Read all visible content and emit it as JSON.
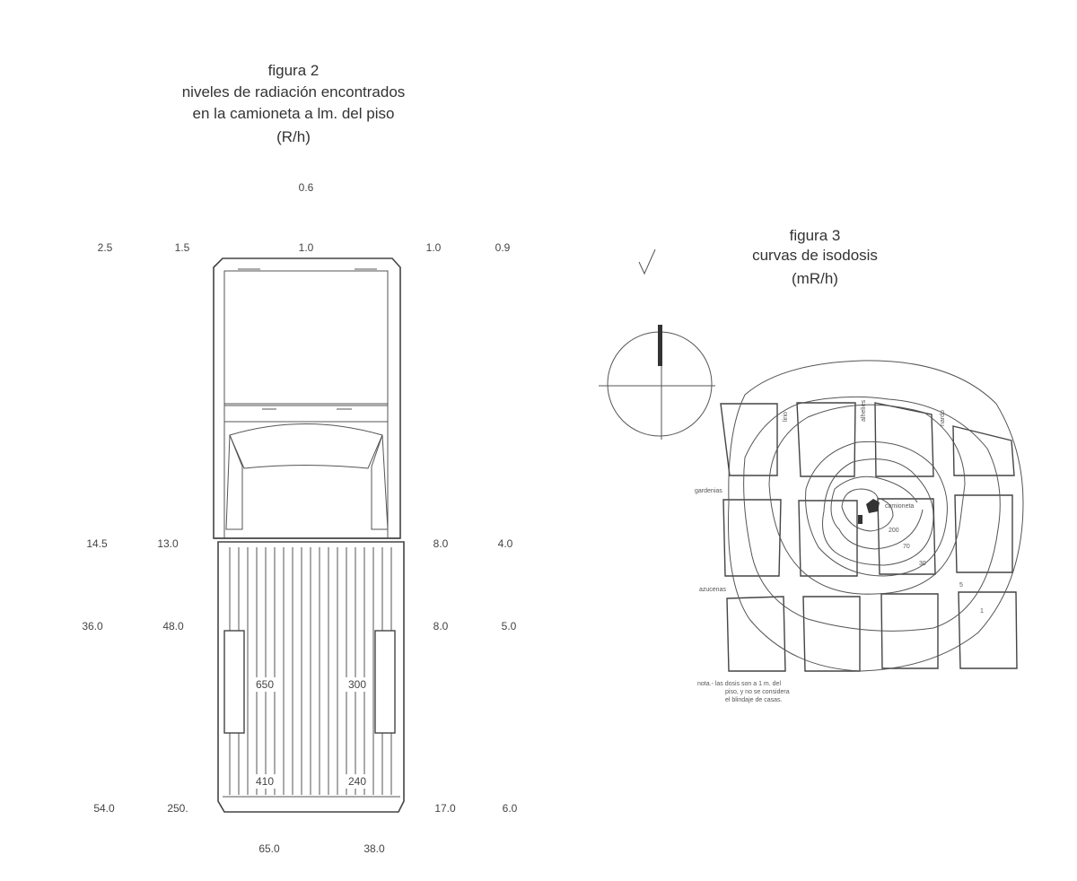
{
  "figure2": {
    "title_lines": [
      "figura  2",
      "niveles de radiación encontrados",
      "en la camioneta a lm. del piso",
      "(R/h)"
    ],
    "readings": {
      "front_center": "0.6",
      "row_front": [
        "2.5",
        "1.5",
        "1.0",
        "1.0",
        "0.9"
      ],
      "row_cab_rear": [
        "14.5",
        "13.0",
        "8.0",
        "4.0"
      ],
      "row_bed_mid": [
        "36.0",
        "48.0",
        "8.0",
        "5.0"
      ],
      "bed_inner_top": [
        "650",
        "300"
      ],
      "bed_inner_bottom": [
        "410",
        "240"
      ],
      "row_rear": [
        "54.0",
        "250.",
        "17.0",
        "6.0"
      ],
      "behind": [
        "65.0",
        "38.0"
      ]
    }
  },
  "figure3": {
    "title_lines": [
      "figura 3",
      "curvas de isodosis",
      "(mR/h)"
    ],
    "streets": {
      "horizontal": [
        "gardenias",
        "azucenas"
      ],
      "vertical": [
        "lirio",
        "alhelíes",
        "nardo"
      ]
    },
    "vehicle_label": "camioneta",
    "contour_labels": [
      "200",
      "70",
      "30",
      "5",
      "1"
    ],
    "note_lines": [
      "nota.- las dosis son a 1 m. del",
      "piso, y no se considera",
      "el blindaje de casas."
    ]
  }
}
